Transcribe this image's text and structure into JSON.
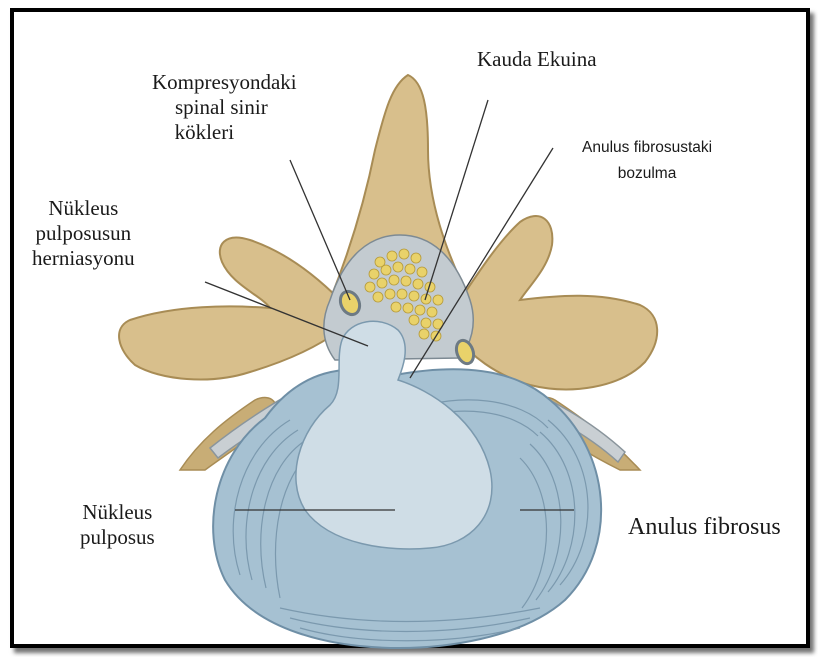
{
  "colors": {
    "bone": "#d8bf8c",
    "bone_shade": "#a88c55",
    "disc": "#a6c1d2",
    "disc_ring": "#6f8fa6",
    "nucleus": "#cfdde6",
    "nerve": "#e9d26a",
    "leader": "#333333"
  },
  "labels": {
    "compressed_roots": [
      "Kompresyondaki",
      "spinal sinir",
      "kökleri"
    ],
    "cauda_equina": "Kauda Ekuina",
    "annulus_tear": [
      "Anulus fibrosustaki",
      "bozulma"
    ],
    "herniation": [
      "Nükleus",
      "pulposusun",
      "herniasyonu"
    ],
    "nucleus": [
      "Nükleus",
      "pulposus"
    ],
    "annulus": "Anulus  fibrosus"
  }
}
